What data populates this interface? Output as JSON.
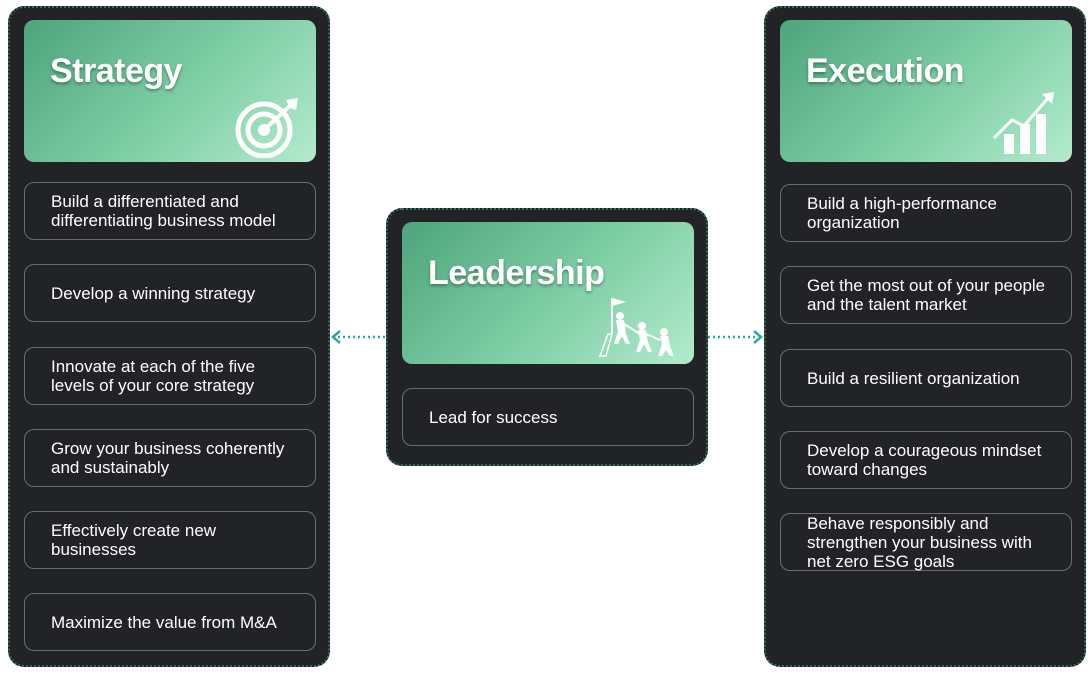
{
  "strategy": {
    "title": "Strategy",
    "icon": "target-icon",
    "items": [
      "Build a differentiated and differentiating business model",
      "Develop a winning strategy",
      "Innovate at each of the five levels of your core strategy",
      "Grow your business coherently and sustainably",
      "Effectively create new businesses",
      "Maximize the value from M&A"
    ]
  },
  "leadership": {
    "title": "Leadership",
    "icon": "team-climbing-flag-icon",
    "items": [
      "Lead for success"
    ]
  },
  "execution": {
    "title": "Execution",
    "icon": "growth-chart-icon",
    "items": [
      "Build a high-performance organization",
      "Get the most out of your people and the talent market",
      "Build a resilient organization",
      "Develop a courageous mindset toward changes",
      "Behave responsibly and strengthen your business with net zero ESG goals"
    ]
  },
  "colors": {
    "panel": "#222326",
    "header_gradient_start": "#4ea47c",
    "header_gradient_end": "#b3ebcc",
    "connector": "#2aa7a7",
    "item_border": "#6a6c70"
  }
}
